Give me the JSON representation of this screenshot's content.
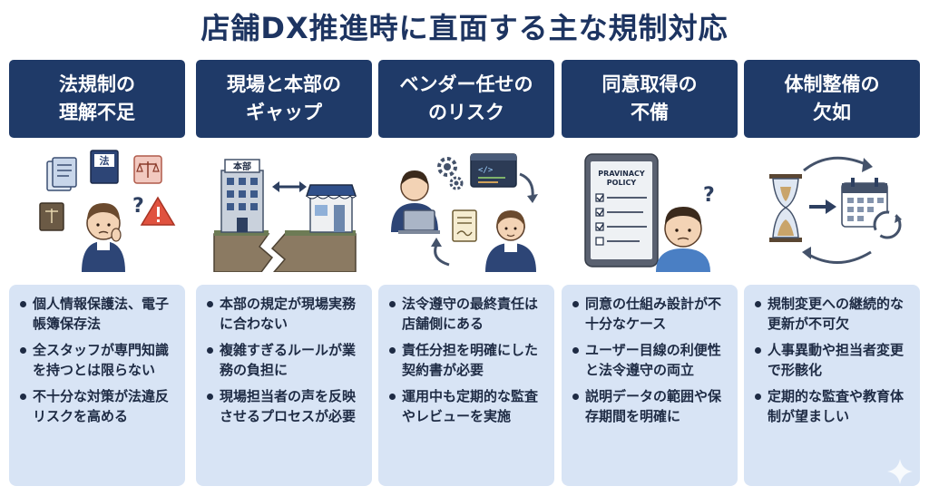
{
  "title": "店舗DX推進時に直面する主な規制対応",
  "columns": [
    {
      "header": "法規制の\n理解不足",
      "illustration": {
        "book_label": "法",
        "icons": [
          "document-icon",
          "law-book-icon",
          "scales-icon",
          "warning-icon",
          "question-icon",
          "worried-staff-icon"
        ]
      },
      "bullets": [
        "個人情報保護法、電子帳簿保存法",
        "全スタッフが専門知識を持つとは限らない",
        "不十分な対策が法違反リスクを高める"
      ]
    },
    {
      "header": "現場と本部の\nギャップ",
      "illustration": {
        "hq_label": "本部",
        "icons": [
          "headquarters-building-icon",
          "double-arrow-icon",
          "store-icon",
          "ground-crack-icon"
        ]
      },
      "bullets": [
        "本部の規定が現場実務に合わない",
        "複雑すぎるルールが業務の負担に",
        "現場担当者の声を反映させるプロセスが必要"
      ]
    },
    {
      "header": "ベンダー任せの\nのリスク",
      "illustration": {
        "code_label": "</>",
        "icons": [
          "vendor-person-icon",
          "gear-icon",
          "code-window-icon",
          "contract-icon",
          "store-staff-icon",
          "cycle-arrow-icon"
        ]
      },
      "bullets": [
        "法令遵守の最終責任は店舗側にある",
        "責任分担を明確にした契約書が必要",
        "運用中も定期的な監査やレビューを実施"
      ]
    },
    {
      "header": "同意取得の\n不備",
      "illustration": {
        "tablet_text_1": "PRAVINACY",
        "tablet_text_2": "POLICY",
        "icons": [
          "tablet-icon",
          "checklist-icon",
          "confused-user-icon",
          "question-icon"
        ]
      },
      "bullets": [
        "同意の仕組み設計が不十分なケース",
        "ユーザー目線の利便性と法令遵守の両立",
        "説明データの範囲や保存期間を明確に"
      ]
    },
    {
      "header": "体制整備の\n欠如",
      "illustration": {
        "icons": [
          "hourglass-icon",
          "arrow-right-icon",
          "calendar-icon",
          "refresh-icon",
          "cycle-arrow-icon"
        ]
      },
      "bullets": [
        "規制変更への継続的な更新が不可欠",
        "人事異動や担当者変更で形骸化",
        "定期的な監査や教育体制が望ましい"
      ]
    }
  ],
  "colors": {
    "header_bg": "#1f3a68",
    "panel_bg": "#d8e4f5",
    "title": "#1d3461",
    "warning": "#e0523f"
  }
}
